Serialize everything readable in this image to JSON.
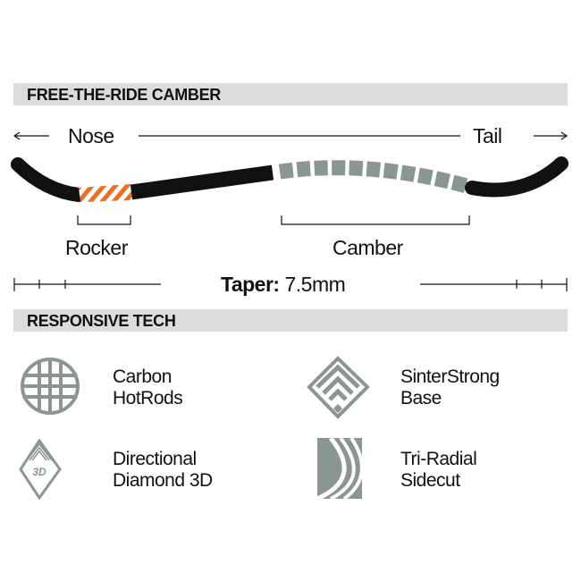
{
  "profile": {
    "title": "FREE-THE-RIDE CAMBER",
    "nose_label": "Nose",
    "tail_label": "Tail",
    "rocker_label": "Rocker",
    "camber_label": "Camber",
    "taper_label": "Taper:",
    "taper_value": "7.5mm"
  },
  "tech": {
    "title": "RESPONSIVE TECH",
    "items": [
      {
        "line1": "Carbon",
        "line2": "HotRods",
        "icon": "carbon-grid-icon"
      },
      {
        "line1": "SinterStrong",
        "line2": "Base",
        "icon": "sinterstrong-diamond-icon"
      },
      {
        "line1": "Directional",
        "line2": "Diamond 3D",
        "icon": "diamond-3d-icon",
        "icon_text": "3D"
      },
      {
        "line1": "Tri-Radial",
        "line2": "Sidecut",
        "icon": "tri-radial-icon"
      }
    ]
  },
  "colors": {
    "rocker": "#e8712a",
    "camber": "#8a9692",
    "board": "#111111",
    "icon": "#8a9692",
    "bar": "#dcdcdc"
  }
}
